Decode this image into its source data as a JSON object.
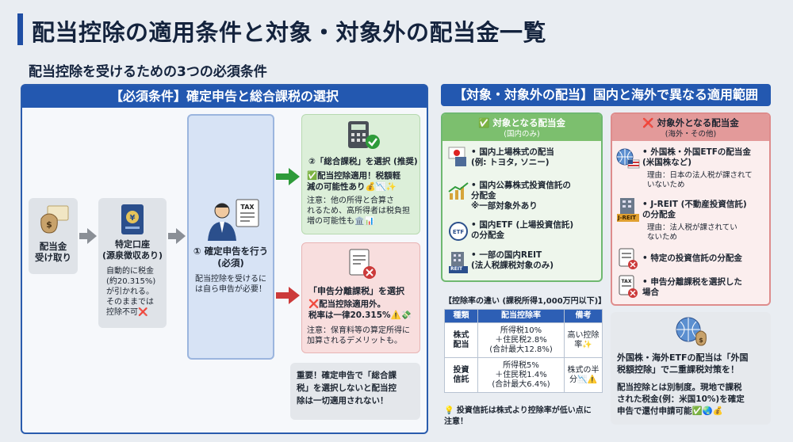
{
  "title": "配当控除の適用条件と対象・対象外の配当金一覧",
  "subtitle": "配当控除を受けるための3つの必須条件",
  "left_panel": {
    "header": "【必須条件】確定申告と総合課税の選択",
    "step1": {
      "label": "配当金\n受け取り"
    },
    "step2": {
      "title": "特定口座\n(源泉徴収あり)",
      "body": "自動的に税金\n(約20.315%)\nが引かれる。\nそのままでは\n控除不可❌"
    },
    "step3": {
      "title": "① 確定申告を行う\n(必須)",
      "body": "配当控除を受けるに\nは自ら申告が必要！",
      "doc_label": "TAX"
    },
    "option_green": {
      "title": "②「総合課税」を選択 (推奨)",
      "body": "✅配当控除適用！税額軽\n減の可能性あり💰📉✨",
      "note": "注意：他の所得と合算さ\nれるため、高所得者は税負担\n増の可能性も🏛️📊"
    },
    "option_red": {
      "title": "「申告分離課税」を選択",
      "body": "❌配当控除適用外。\n税率は一律20.315%⚠️💸",
      "note": "注意：保育料等の算定所得に\n加算されるデメリットも。"
    },
    "warning": "重要！確定申告で「総合課\n税」を選択しないと配当控\n除は一切適用されない！"
  },
  "right_panel": {
    "header": "【対象・対象外の配当】国内と海外で異なる適用範囲",
    "target": {
      "title": "✅ 対象となる配当金",
      "subtitle": "(国内のみ)",
      "items": [
        {
          "text": "• 国内上場株式の配当\n(例: トヨタ, ソニー)",
          "icon": "japan-flag-building-icon"
        },
        {
          "text": "• 国内公募株式投資信託の\n分配金\n※一部対象外あり",
          "icon": "growth-chart-icon"
        },
        {
          "text": "• 国内ETF (上場投資信託)\nの分配金",
          "icon": "etf-coin-icon"
        },
        {
          "text": "• 一部の国内REIT\n(法人税課税対象のみ)",
          "icon": "reit-building-icon",
          "badge": "REIT"
        }
      ]
    },
    "nontarget": {
      "title": "❌ 対象外となる配当金",
      "subtitle": "(海外・その他)",
      "items": [
        {
          "text": "• 外国株・外国ETFの配当金\n(米国株など)",
          "reason": "理由：日本の法人税が課されて\nいないため",
          "icon": "globe-us-flag-icon"
        },
        {
          "text": "• J-REIT (不動産投資信託)\nの分配金",
          "reason": "理由：法人税が課されてい\nないため",
          "icon": "jreit-building-icon",
          "badge": "J-REIT"
        },
        {
          "text": "• 特定の投資信託の分配金",
          "icon": "document-x-icon"
        },
        {
          "text": "• 申告分離課税を選択した\n場合",
          "icon": "tax-form-x-icon",
          "badge": "TAX"
        }
      ]
    },
    "rate_table": {
      "caption": "【控除率の違い (課税所得1,000万円以下)】",
      "headers": [
        "種類",
        "配当控除率",
        "備考"
      ],
      "rows": [
        [
          "株式\n配当",
          "所得税10%\n＋住民税2.8%\n(合計最大12.8%)",
          "高い控除\n率✨"
        ],
        [
          "投資\n信託",
          "所得税5%\n＋住民税1.4%\n(合計最大6.4%)",
          "株式の半\n分📉⚠️"
        ]
      ],
      "note": "💡 投資信託は株式より控除率が低い点に\n注意！"
    },
    "foreign_box": {
      "title": "外国株・海外ETFの配当は「外国\n税額控除」で二重課税対策を！",
      "body": "配当控除とは別制度。現地で課税\nされた税金(例：米国10%)を確定\n申告で還付申請可能✅🌏💰"
    }
  },
  "colors": {
    "primary": "#2358b0",
    "green_accent": "#2e9b3a",
    "red_accent": "#cc3a3a"
  }
}
